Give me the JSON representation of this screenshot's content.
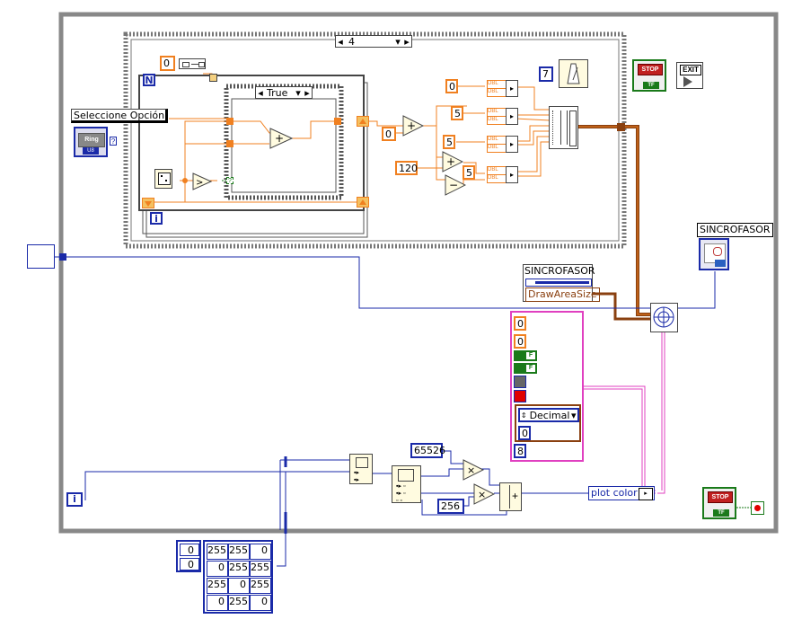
{
  "case_selector": {
    "value": "4"
  },
  "inner_case_selector": {
    "value": "True"
  },
  "constants": {
    "loop_zero": "0",
    "metronome_wait": "7",
    "dbl_zero": "0",
    "dbl_five_a": "5",
    "dbl_five_b": "5",
    "dbl_five_c": "5",
    "add_zero": "0",
    "one_twenty": "120",
    "color_65526": "65526",
    "color_256": "256"
  },
  "terminals": {
    "n": "N",
    "i": "i",
    "i_bottom": "i"
  },
  "labels": {
    "seleccione": "Seleccione Opción:",
    "sincrofasor_top": "SINCROFASOR",
    "sincrofasor_node": "SINCROFASOR",
    "draw_area": "DrawAreaSize",
    "plot_color": "plot color",
    "dbl": "DBL",
    "exit": "EXIT",
    "stop": "STOP",
    "tf": "TF",
    "ring": "Ring",
    "u8": "U8"
  },
  "cluster_const": {
    "v1": "0",
    "v2": "0",
    "enum": "Decimal",
    "v3": "0",
    "v4": "8"
  },
  "array_const": {
    "index_row": "0",
    "index_col": "0",
    "rows": [
      [
        "255",
        "255",
        "0"
      ],
      [
        "0",
        "255",
        "255"
      ],
      [
        "255",
        "0",
        "255"
      ],
      [
        "0",
        "255",
        "0"
      ]
    ]
  },
  "colors": {
    "frame": "#888888",
    "dbl_wire": "#f08020",
    "int_wire": "#1a2aa8",
    "cluster_wire": "#e040c0",
    "array_wire": "#8a4010",
    "bool_wire": "#1a7a1a"
  }
}
